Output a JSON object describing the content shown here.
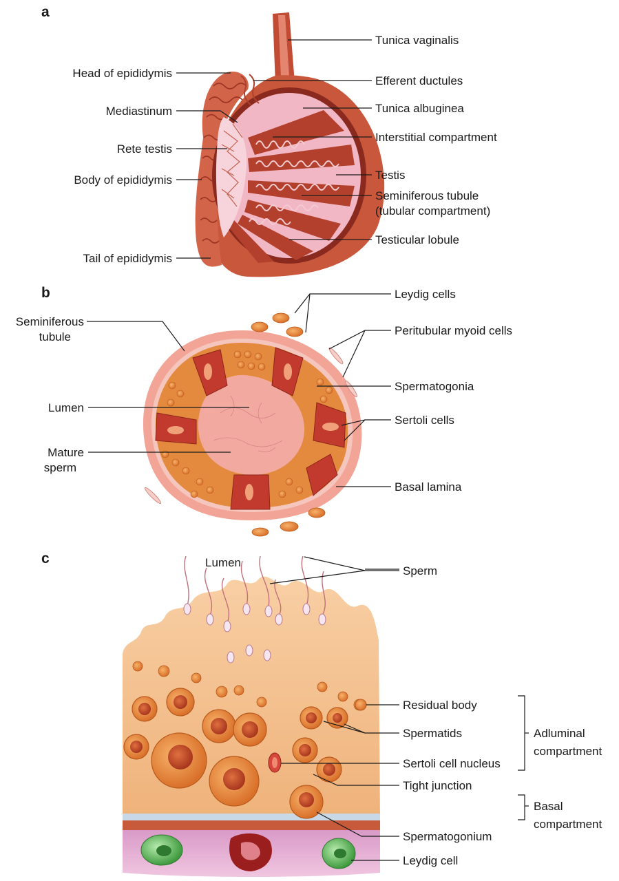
{
  "panels": {
    "a": {
      "letter": "a",
      "left_labels": [
        "Head of epididymis",
        "Mediastinum",
        "Rete testis",
        "Body of epididymis",
        "Tail of epididymis"
      ],
      "right_labels": [
        "Tunica vaginalis",
        "Efferent ductules",
        "Tunica albuginea",
        "Interstitial compartment",
        "Testis",
        "Seminiferous tubule",
        "(tubular compartment)",
        "Testicular lobule"
      ]
    },
    "b": {
      "letter": "b",
      "left_labels": [
        "Seminiferous",
        "tubule",
        "Lumen",
        "Mature",
        "sperm"
      ],
      "right_labels": [
        "Leydig cells",
        "Peritubular myoid cells",
        "Spermatogonia",
        "Sertoli cells",
        "Basal lamina"
      ]
    },
    "c": {
      "letter": "c",
      "lumen_label": "Lumen",
      "right_labels": [
        "Sperm",
        "Residual body",
        "Spermatids",
        "Sertoli cell nucleus",
        "Tight junction",
        "Spermatogonium",
        "Leydig cell"
      ],
      "bracket_labels": [
        "Adluminal",
        "compartment",
        "Basal",
        "compartment"
      ]
    }
  },
  "colors": {
    "tissue_red": "#c8553a",
    "tissue_pink": "#f2b3a8",
    "cell_orange": "#e98a3c",
    "cytoplasm_peach": "#f5c89a",
    "leydig_green": "#6cc46a"
  }
}
